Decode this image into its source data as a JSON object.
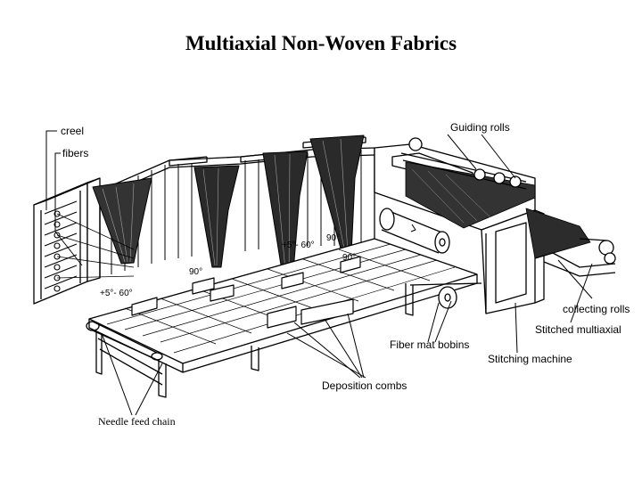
{
  "title": "Multiaxial Non-Woven Fabrics",
  "labels": {
    "creel": "creel",
    "fibers": "fibers",
    "guiding_rolls": "Guiding rolls",
    "collecting_rolls": "collecting rolls",
    "stitched_multiaxial": "Stitched multiaxial",
    "fiber_mat_bobins": "Fiber mat bobins",
    "stitching_machine": "Stitching machine",
    "deposition_combs": "Deposition combs",
    "needle_feed_chain": "Needle feed chain"
  },
  "angles": {
    "a1": "+5°- 60°",
    "a2": "90°",
    "a3": "+5°- 60°",
    "a4": "90°",
    "a5": "90°"
  }
}
